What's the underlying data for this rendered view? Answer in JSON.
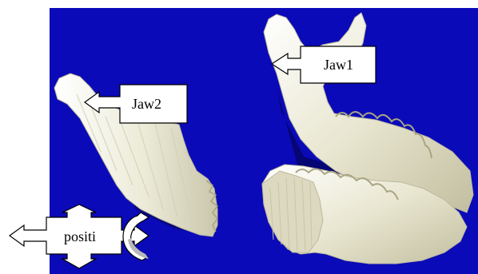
{
  "scene": {
    "background_color": "#0b0ab8",
    "bone_color": "#ecebd8",
    "shadow_color": "#05045e"
  },
  "labels": {
    "jaw1": "Jaw1",
    "jaw2": "Jaw2",
    "position": "positi"
  },
  "icons": {
    "jaw1_pointer": "left-arrow-callout",
    "jaw2_pointer": "left-arrow-callout",
    "position_control": "four-way-move-arrows",
    "rotate_control": "rotate-arrow"
  }
}
